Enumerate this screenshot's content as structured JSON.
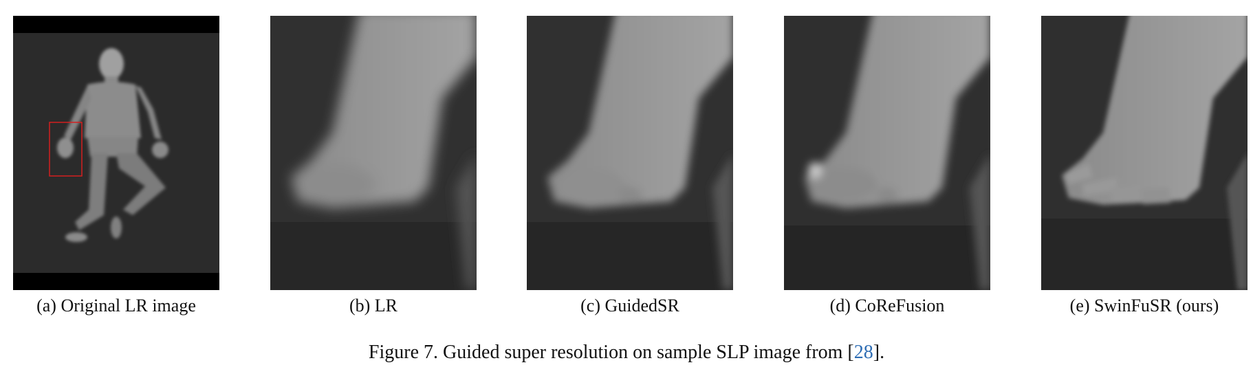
{
  "figure": {
    "panels": [
      {
        "id": "a",
        "caption": "(a) Original LR image"
      },
      {
        "id": "b",
        "caption": "(b) LR"
      },
      {
        "id": "c",
        "caption": "(c) GuidedSR"
      },
      {
        "id": "d",
        "caption": "(d) CoReFusion"
      },
      {
        "id": "e",
        "caption": "(e) SwinFuSR (ours)"
      }
    ],
    "caption_prefix": "Figure 7. Guided super resolution on sample SLP image from [",
    "caption_ref": "28",
    "caption_suffix": "]."
  }
}
